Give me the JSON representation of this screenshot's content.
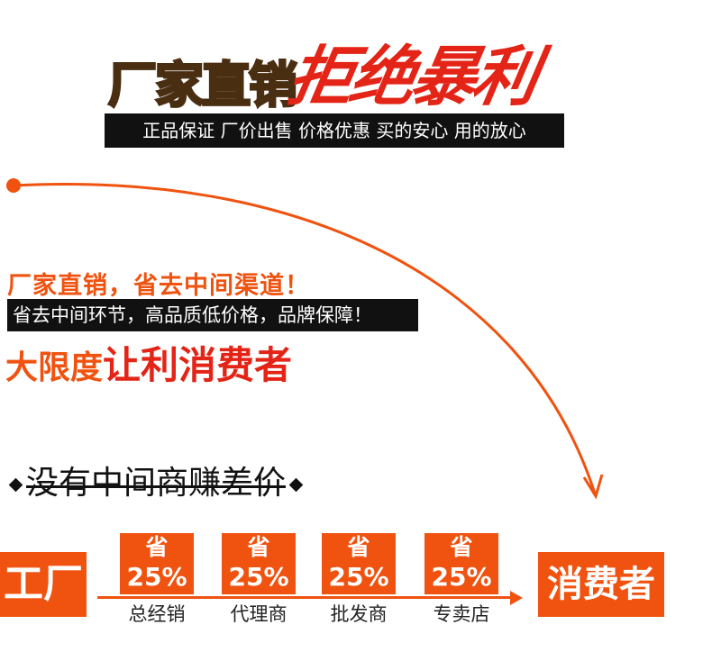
{
  "headline": {
    "left": "厂家直销",
    "right": "拒绝暴利"
  },
  "tagline": "正品保证 厂价出售 价格优惠 买的安心 用的放心",
  "middle": {
    "title": "厂家直销，省去中间渠道！",
    "subtitle": "省去中间环节，高品质低价格，品牌保障！",
    "big_part1": "大限度",
    "big_part2": "让利消费者"
  },
  "strike_text": "没有中间商赚差价",
  "flow": {
    "start": "工厂",
    "end": "消费者",
    "stages": [
      {
        "save_label": "省",
        "percent": "25%",
        "name": "总经销"
      },
      {
        "save_label": "省",
        "percent": "25%",
        "name": "代理商"
      },
      {
        "save_label": "省",
        "percent": "25%",
        "name": "批发商"
      },
      {
        "save_label": "省",
        "percent": "25%",
        "name": "专卖店"
      }
    ]
  },
  "colors": {
    "orange": "#f0520f",
    "red": "#e32416",
    "black": "#111111",
    "cream": "#ffeeb0"
  }
}
